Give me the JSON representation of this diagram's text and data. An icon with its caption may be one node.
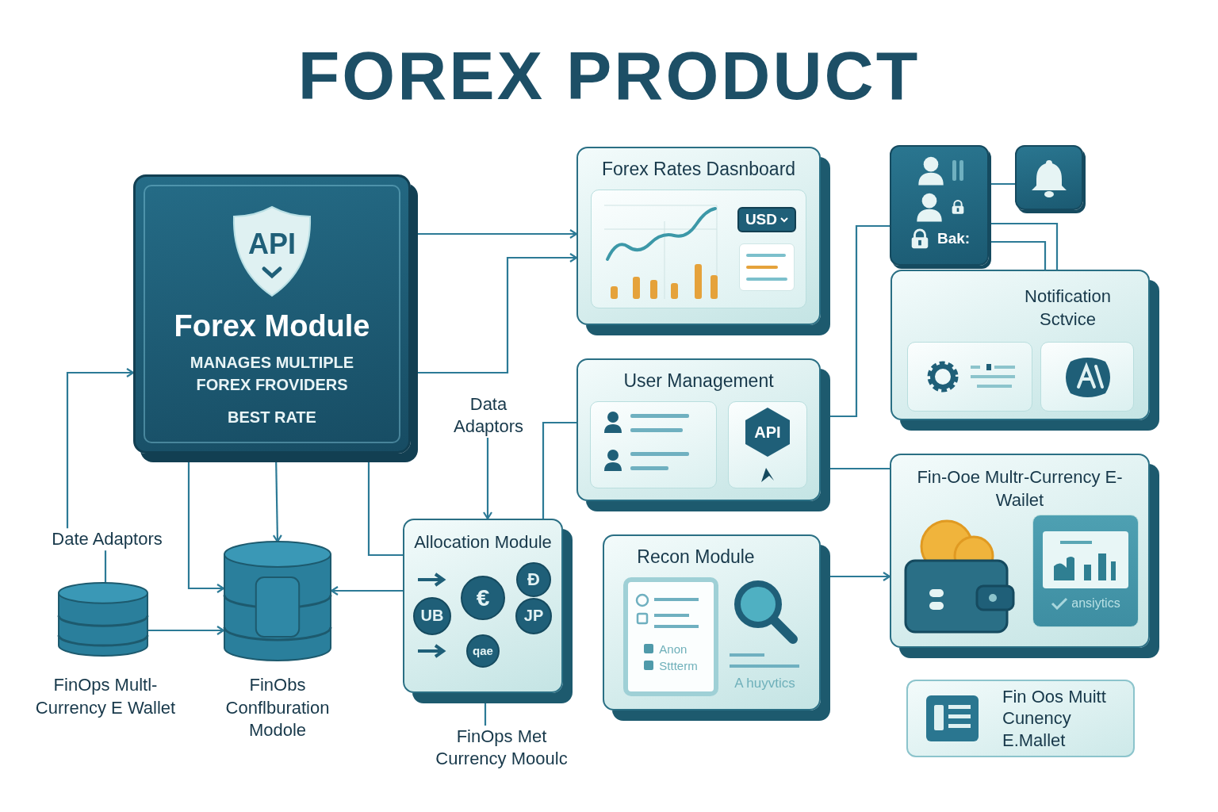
{
  "diagram": {
    "title": "FOREX PRODUCT",
    "nodes": [
      {
        "text": [
          "API",
          "Forex Module",
          "MANAGES MULTIPLE FOREX FROVIDERS",
          "BEST RATE"
        ]
      },
      {
        "text": [
          "Forex Rates Dasnboard",
          "USD"
        ]
      },
      {
        "text": [
          "Bak:"
        ]
      },
      {
        "text": [],
        "shape": "box"
      },
      {
        "text": [
          "Notification Sctvice"
        ]
      },
      {
        "text": [
          "Data Adaptors"
        ]
      },
      {
        "text": [
          "User Management",
          "API"
        ]
      },
      {
        "text": [
          "Fin-Ooe Multr-Currency E-Wailet",
          "ansiytics"
        ]
      },
      {
        "text": [
          "Allocation Module",
          "€",
          "Ð",
          "UB",
          "JP",
          "qae"
        ]
      },
      {
        "text": [
          "Recon Module",
          "Anon",
          "Sttterm",
          "A huyvtics"
        ]
      },
      {
        "text": [],
        "shape": "cylinder",
        "beside": [
          "FinOps Multl-Currency E Wallet"
        ]
      },
      {
        "text": [],
        "shape": "cylinder",
        "beside": [
          "FinObs Conflburation Modole"
        ]
      },
      {
        "text": [
          "FinOps Met Currency Mooulc"
        ]
      },
      {
        "text": [
          "Fin Oos Muitt Cunency E.Mallet"
        ]
      }
    ],
    "edges": [
      {
        "from": 0,
        "to": 1,
        "arrow": "to"
      },
      {
        "from": 0,
        "to": 1,
        "arrow": "both"
      },
      {
        "from": 10,
        "to": 0,
        "arrow": "to",
        "label": "Date Adaptors"
      },
      {
        "from": 0,
        "to": 11,
        "arrow": "to"
      },
      {
        "from": 0,
        "to": 11,
        "arrow": "to"
      },
      {
        "from": 10,
        "to": 11,
        "arrow": "to"
      },
      {
        "from": 8,
        "to": 11,
        "arrow": "to"
      },
      {
        "from": 0,
        "to": 8,
        "arrow": "none"
      },
      {
        "from": 5,
        "to": 8,
        "arrow": "to"
      },
      {
        "from": 8,
        "to": 6,
        "arrow": "none"
      },
      {
        "from": 6,
        "to": 2,
        "arrow": "none"
      },
      {
        "from": 2,
        "to": 3,
        "arrow": "none"
      },
      {
        "from": 2,
        "to": 4,
        "arrow": "none"
      },
      {
        "from": 2,
        "to": 4,
        "arrow": "none"
      },
      {
        "from": 6,
        "to": 7,
        "arrow": "none"
      },
      {
        "from": 9,
        "to": 7,
        "arrow": "to"
      },
      {
        "from": 8,
        "to": 12,
        "arrow": "none"
      }
    ]
  }
}
